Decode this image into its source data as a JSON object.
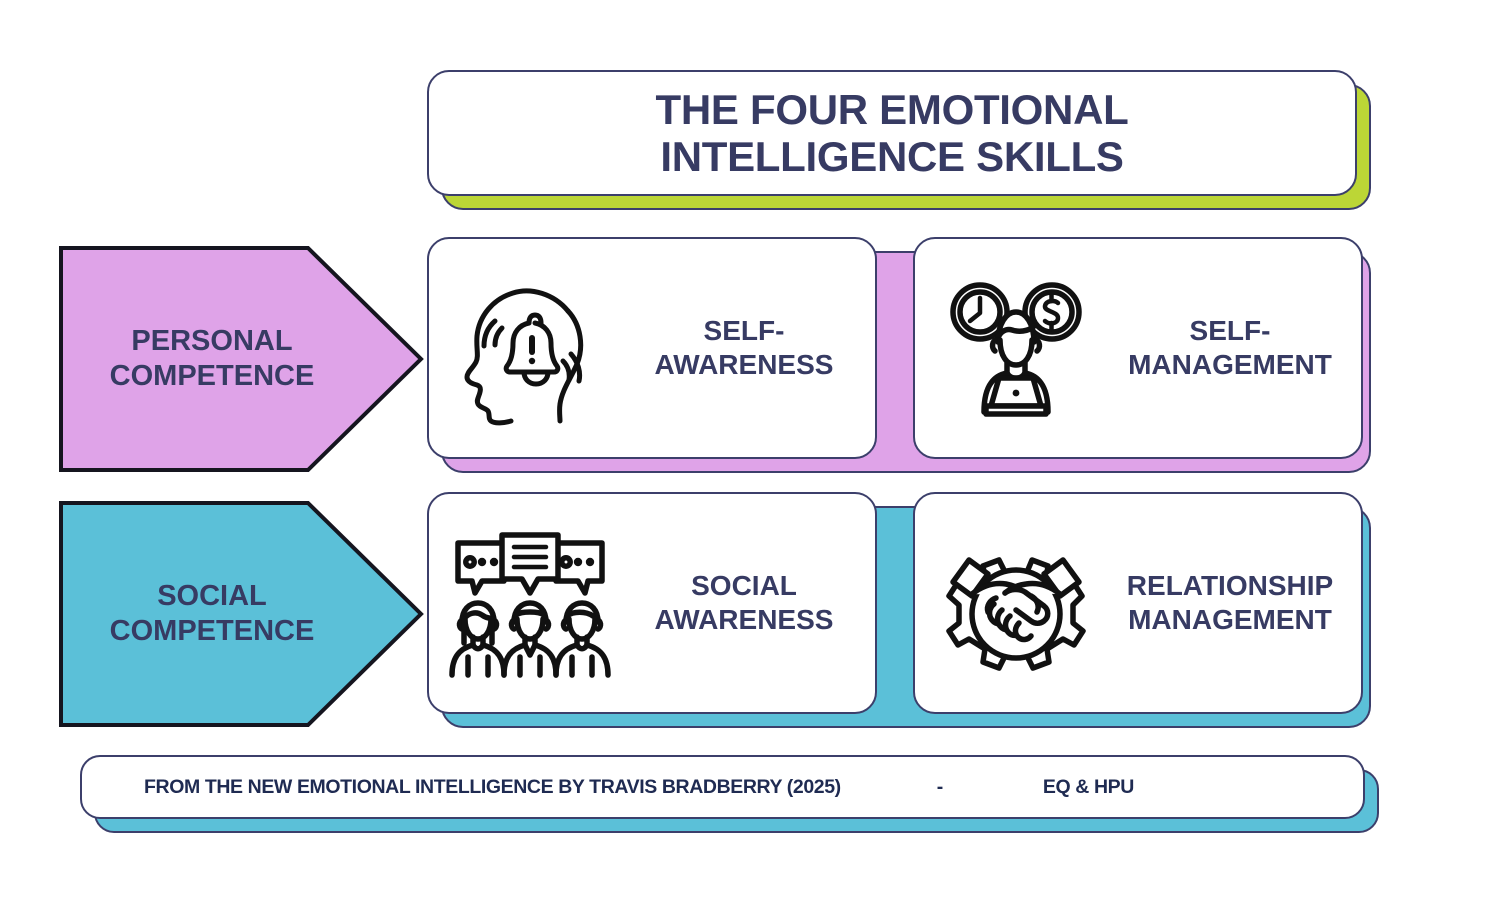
{
  "colors": {
    "navy_text": "#373B63",
    "card_border": "#3C3F6B",
    "lime_shadow": "#BCD636",
    "pink": "#DFA3E8",
    "teal": "#5BC0D8",
    "icon_stroke": "#111111",
    "background": "#FFFFFF"
  },
  "title": {
    "text": "THE FOUR EMOTIONAL\nINTELLIGENCE SKILLS"
  },
  "competences": [
    {
      "id": "personal",
      "label": "PERSONAL\nCOMPETENCE",
      "color": "#DFA3E8"
    },
    {
      "id": "social",
      "label": "SOCIAL\nCOMPETENCE",
      "color": "#5BC0D8"
    }
  ],
  "skills": [
    {
      "id": "self-awareness",
      "label": "SELF-\nAWARENESS",
      "icon": "head-alert-bell-icon",
      "competence": "personal"
    },
    {
      "id": "self-management",
      "label": "SELF-\nMANAGEMENT",
      "icon": "person-laptop-clock-coin-icon",
      "competence": "personal"
    },
    {
      "id": "social-awareness",
      "label": "SOCIAL\nAWARENESS",
      "icon": "three-people-speech-bubbles-icon",
      "competence": "social"
    },
    {
      "id": "relationship-management",
      "label": "RELATIONSHIP\nMANAGEMENT",
      "icon": "handshake-gear-icon",
      "competence": "social"
    }
  ],
  "footer": {
    "source": "FROM THE NEW EMOTIONAL INTELLIGENCE BY  TRAVIS BRADBERRY (2025)",
    "separator": "-",
    "tag": "EQ & HPU"
  }
}
